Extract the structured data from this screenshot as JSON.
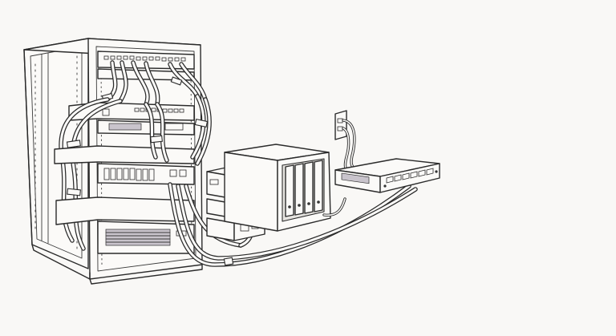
{
  "illustration": {
    "style": "line-drawing",
    "background": "#f9f8f6",
    "line_color": "#2b2b2b",
    "accent_vent_color": "#c9c4cc",
    "components": [
      {
        "name": "server-rack",
        "icon": "server-rack-icon"
      },
      {
        "name": "patch-panel",
        "icon": "patch-panel-icon"
      },
      {
        "name": "rack-switch",
        "icon": "network-switch-icon"
      },
      {
        "name": "rack-server",
        "icon": "server-icon"
      },
      {
        "name": "storage-array",
        "icon": "storage-icon"
      },
      {
        "name": "mini-pc-stack",
        "icon": "mini-pc-icon"
      },
      {
        "name": "nas-enclosure",
        "icon": "nas-icon"
      },
      {
        "name": "wall-outlet",
        "icon": "power-outlet-icon"
      },
      {
        "name": "desktop-switch",
        "icon": "network-switch-icon"
      }
    ],
    "nas_drive_bays": 4,
    "desktop_switch_ports": 8
  }
}
